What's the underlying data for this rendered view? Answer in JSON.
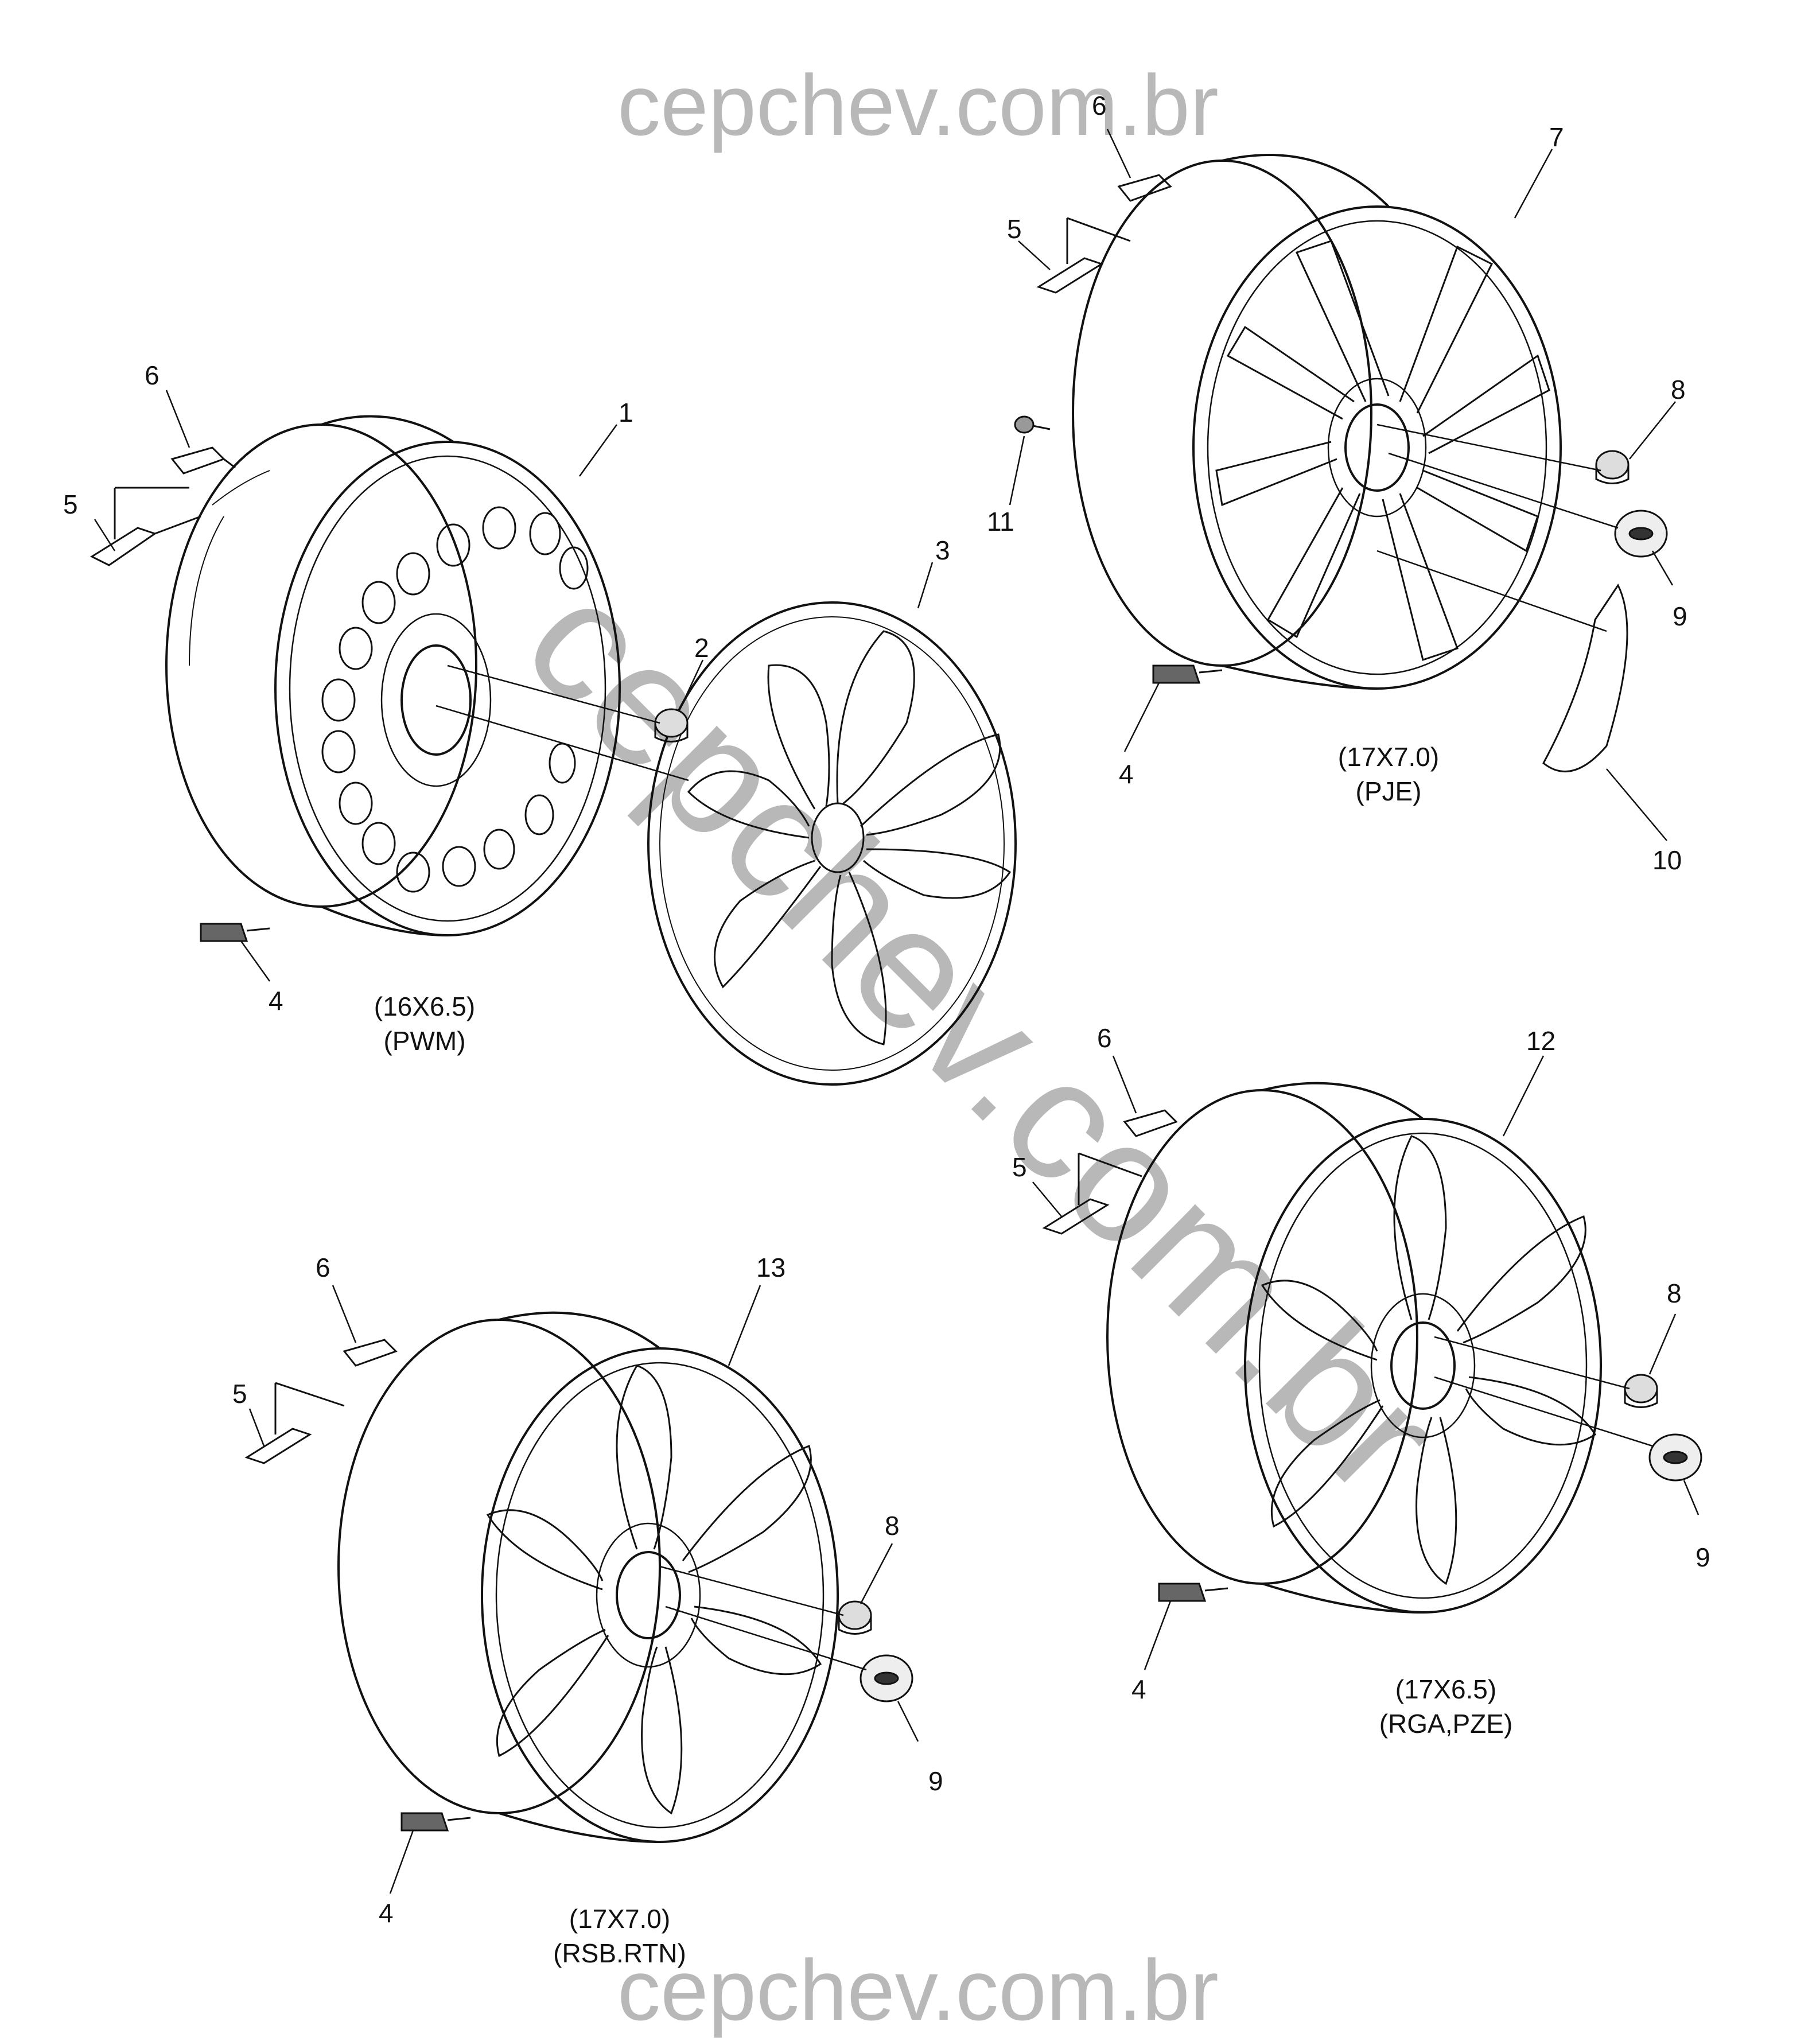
{
  "watermarks": {
    "top": "cepchev.com.br",
    "bottom": "cepchev.com.br",
    "diagonal": "cepchev.com.br"
  },
  "wheels": [
    {
      "caption_size": "(16X6.5)",
      "caption_code": "(PWM)",
      "callouts": [
        "1",
        "2",
        "3",
        "4",
        "5",
        "6"
      ]
    },
    {
      "caption_size": "(17X7.0)",
      "caption_code": "(PJE)",
      "callouts": [
        "4",
        "5",
        "6",
        "7",
        "8",
        "9",
        "10",
        "11"
      ]
    },
    {
      "caption_size": "(17X6.5)",
      "caption_code": "(RGA,PZE)",
      "callouts": [
        "4",
        "5",
        "6",
        "8",
        "9",
        "12"
      ]
    },
    {
      "caption_size": "(17X7.0)",
      "caption_code": "(RSB.RTN)",
      "callouts": [
        "4",
        "5",
        "6",
        "8",
        "9",
        "13"
      ]
    }
  ],
  "colors": {
    "line": "#111111",
    "watermark": "#b8b8b8",
    "background": "#ffffff"
  }
}
